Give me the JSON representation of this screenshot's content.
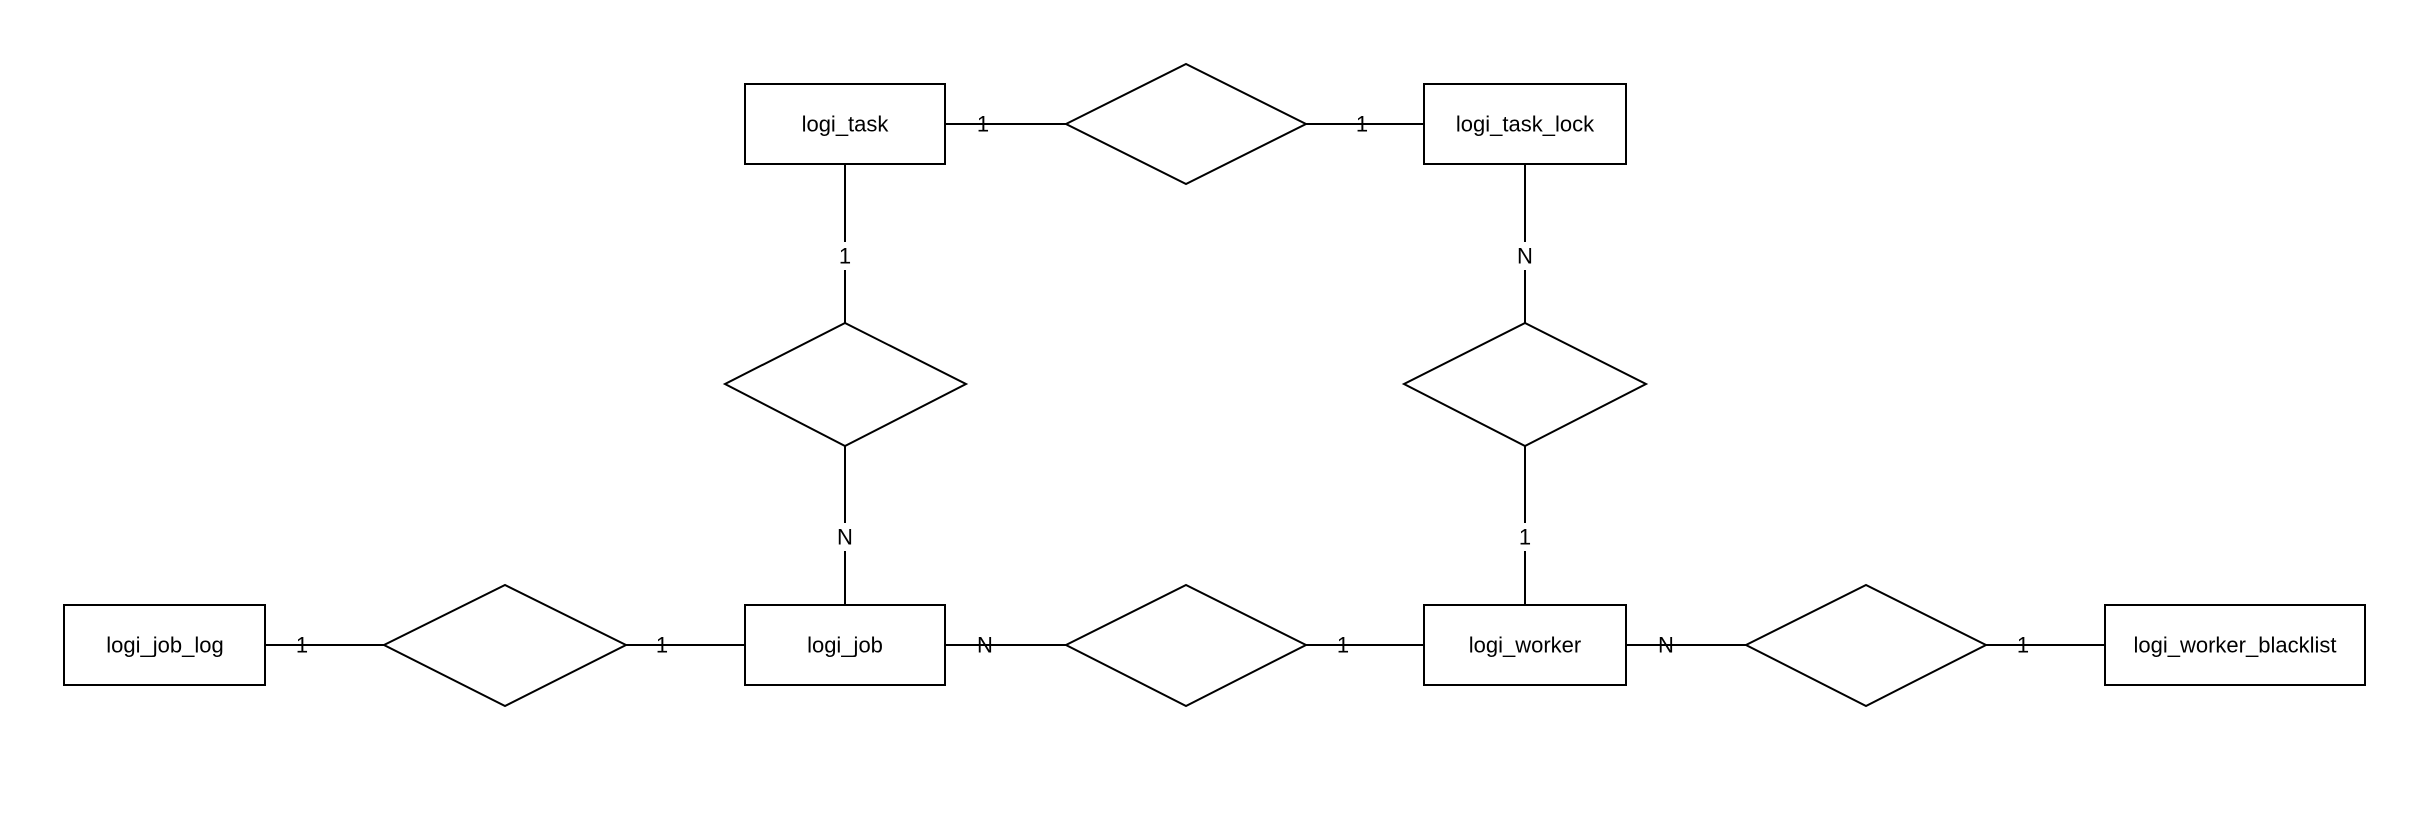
{
  "entities": {
    "logi_task": {
      "label": "logi_task"
    },
    "logi_task_lock": {
      "label": "logi_task_lock"
    },
    "logi_job_log": {
      "label": "logi_job_log"
    },
    "logi_job": {
      "label": "logi_job"
    },
    "logi_worker": {
      "label": "logi_worker"
    },
    "logi_worker_blacklist": {
      "label": "logi_worker_blacklist"
    }
  },
  "relationships": {
    "task_tasklock": {
      "card_a": "1",
      "card_b": "1"
    },
    "task_job": {
      "card_a": "1",
      "card_b": "N"
    },
    "tasklock_worker": {
      "card_a": "N",
      "card_b": "1"
    },
    "joblog_job": {
      "card_a": "1",
      "card_b": "1"
    },
    "job_worker": {
      "card_a": "N",
      "card_b": "1"
    },
    "worker_blacklist": {
      "card_a": "N",
      "card_b": "1"
    }
  }
}
